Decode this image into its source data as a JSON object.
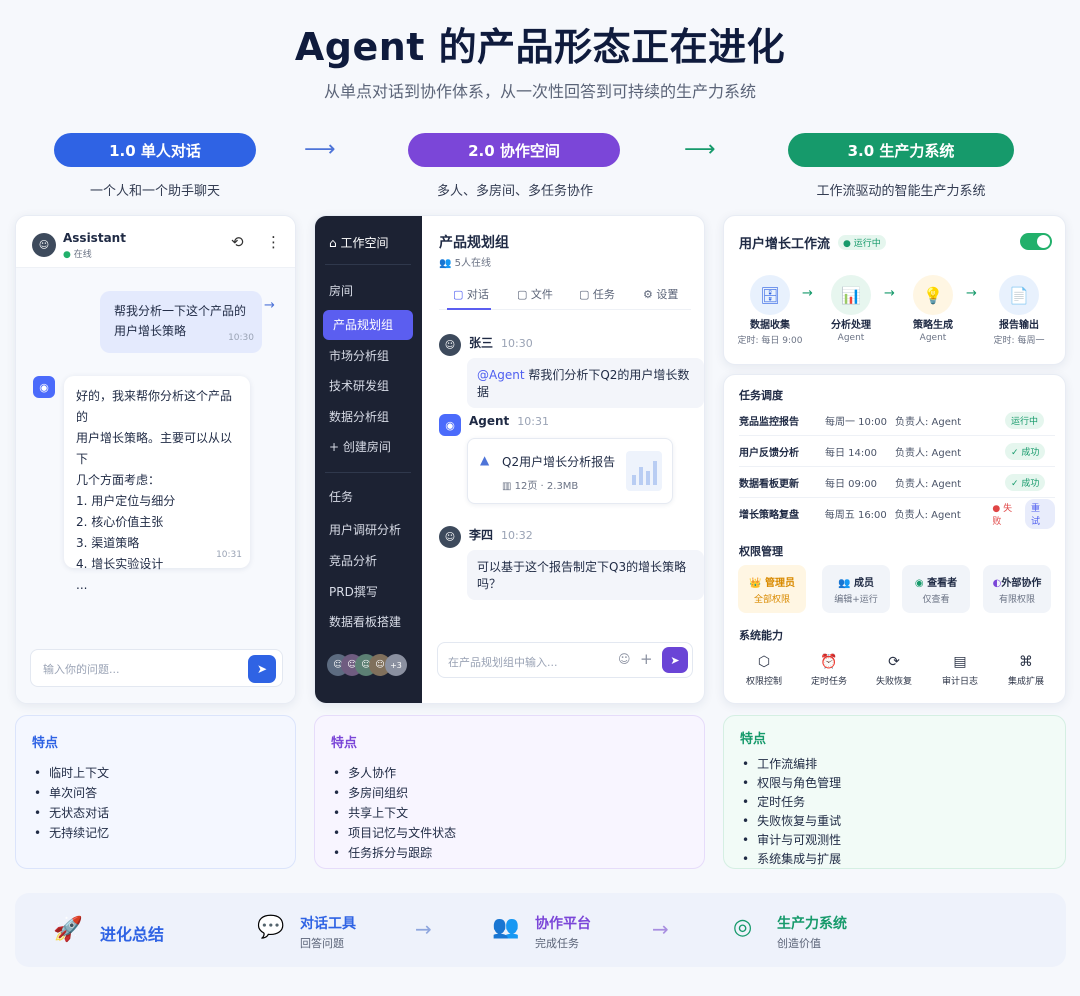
{
  "header": {
    "title": "Agent 的产品形态正在进化",
    "subtitle": "从单点对话到协作体系，从一次性回答到可持续的生产力系统"
  },
  "stages": [
    {
      "label": "1.0   单人对话",
      "desc": "一个人和一个助手聊天",
      "color": "#2f63e4"
    },
    {
      "label": "2.0   协作空间",
      "desc": "多人、多房间、多任务协作",
      "color": "#7b46d8"
    },
    {
      "label": "3.0   生产力系统",
      "desc": "工作流驱动的智能生产力系统",
      "color": "#169a6b"
    }
  ],
  "stage_arrows": [
    "⟶",
    "⟶"
  ],
  "chat": {
    "name": "Assistant",
    "status": "在线",
    "user_msg": [
      "帮我分析一下这个产品的",
      "用户增长策略"
    ],
    "user_time": "10:30",
    "bot_msg": [
      "好的，我来帮你分析这个产品的",
      "用户增长策略。主要可以从以下",
      "几个方面考虑：",
      "1. 用户定位与细分",
      "2. 核心价值主张",
      "3. 渠道策略",
      "4. 增长实验设计",
      "..."
    ],
    "bot_time": "10:31",
    "input_placeholder": "输入你的问题..."
  },
  "workspace": {
    "title": "工作空间",
    "rooms_heading": "房间",
    "rooms": [
      "产品规划组",
      "市场分析组",
      "技术研发组",
      "数据分析组"
    ],
    "create_room": "+ 创建房间",
    "tasks_heading": "任务",
    "tasks": [
      "用户调研分析",
      "竞品分析",
      "PRD撰写",
      "数据看板搭建"
    ],
    "more_members": "+3",
    "room_title": "产品规划组",
    "online": "5人在线",
    "tabs": [
      "对话",
      "文件",
      "任务",
      "设置"
    ],
    "messages": [
      {
        "name": "张三",
        "time": "10:30",
        "mention": "@Agent",
        "text": " 帮我们分析下Q2的用户增长数据"
      },
      {
        "name": "Agent",
        "time": "10:31"
      },
      {
        "name": "李四",
        "time": "10:32",
        "text": "可以基于这个报告制定下Q3的增长策略吗？"
      }
    ],
    "file": {
      "name": "Q2用户增长分析报告",
      "meta": "12页 · 2.3MB"
    },
    "input_placeholder": "在产品规划组中输入..."
  },
  "system": {
    "workflow_title": "用户增长工作流",
    "workflow_status": "运行中",
    "workflow_nodes": [
      {
        "label": "数据收集",
        "sub": "定时: 每日 9:00",
        "icon": "🗄"
      },
      {
        "label": "分析处理",
        "sub": "Agent",
        "icon": "📊"
      },
      {
        "label": "策略生成",
        "sub": "Agent",
        "icon": "💡"
      },
      {
        "label": "报告输出",
        "sub": "定时: 每周一",
        "icon": "📄"
      }
    ],
    "schedule_title": "任务调度",
    "schedule": [
      {
        "name": "竞品监控报告",
        "time": "每周一 10:00",
        "owner": "负责人: Agent",
        "status": "运行中",
        "kind": "run"
      },
      {
        "name": "用户反馈分析",
        "time": "每日 14:00",
        "owner": "负责人: Agent",
        "status": "✓ 成功",
        "kind": "ok"
      },
      {
        "name": "数据看板更新",
        "time": "每日 09:00",
        "owner": "负责人: Agent",
        "status": "✓ 成功",
        "kind": "ok"
      },
      {
        "name": "增长策略复盘",
        "time": "每周五 16:00",
        "owner": "负责人: Agent",
        "status": "● 失败",
        "kind": "fail",
        "retry": "重试"
      }
    ],
    "perm_title": "权限管理",
    "perms": [
      {
        "name": "管理员",
        "sub": "全部权限",
        "icon": "👑",
        "bg": "#fff6e3",
        "color": "#d98a00"
      },
      {
        "name": "成员",
        "sub": "编辑+运行",
        "icon": "👥",
        "bg": "#f1f4f9",
        "color": "#1f2a44"
      },
      {
        "name": "查看者",
        "sub": "仅查看",
        "icon": "◉",
        "bg": "#f1f4f9",
        "color": "#1f2a44"
      },
      {
        "name": "外部协作",
        "sub": "有限权限",
        "icon": "◐",
        "bg": "#f1f4f9",
        "color": "#1f2a44"
      }
    ],
    "cap_title": "系统能力",
    "caps": [
      {
        "label": "权限控制",
        "icon": "⬡"
      },
      {
        "label": "定时任务",
        "icon": "⏰"
      },
      {
        "label": "失败恢复",
        "icon": "⟳"
      },
      {
        "label": "审计日志",
        "icon": "▤"
      },
      {
        "label": "集成扩展",
        "icon": "⌘"
      }
    ]
  },
  "features": [
    {
      "title": "特点",
      "items": [
        "临时上下文",
        "单次问答",
        "无状态对话",
        "无持续记忆"
      ],
      "color": "#2f63e4",
      "bg": "#f4f7ff",
      "border": "#dbe4fb"
    },
    {
      "title": "特点",
      "items": [
        "多人协作",
        "多房间组织",
        "共享上下文",
        "项目记忆与文件状态",
        "任务拆分与跟踪"
      ],
      "color": "#7b46d8",
      "bg": "#f8f5ff",
      "border": "#e6dcfa"
    },
    {
      "title": "特点",
      "items": [
        "工作流编排",
        "权限与角色管理",
        "定时任务",
        "失败恢复与重试",
        "审计与可观测性",
        "系统集成与扩展"
      ],
      "color": "#169a6b",
      "bg": "#f2fbf7",
      "border": "#d5efe3"
    }
  ],
  "summary": {
    "title": "进化总结",
    "steps": [
      {
        "title": "对话工具",
        "sub": "回答问题",
        "color": "#2f63e4"
      },
      {
        "title": "协作平台",
        "sub": "完成任务",
        "color": "#7b46d8"
      },
      {
        "title": "生产力系统",
        "sub": "创造价值",
        "color": "#169a6b"
      }
    ],
    "arrows": [
      "→",
      "→"
    ]
  }
}
